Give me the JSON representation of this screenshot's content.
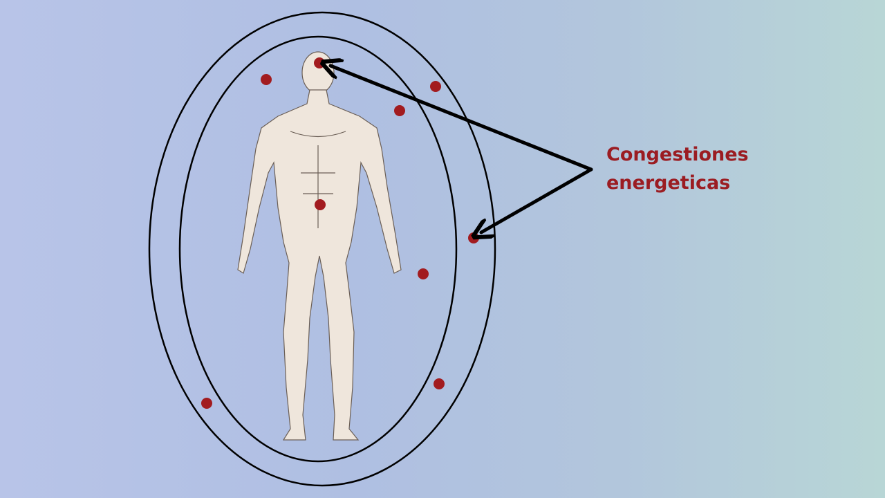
{
  "label": {
    "line1": "Congestiones",
    "line2": "energeticas"
  },
  "colors": {
    "dot": "#a21b1f",
    "label": "#9b1c22",
    "outline": "#000000",
    "body": "#efe6dc"
  },
  "icons": [
    "human-body-figure",
    "arrow-icon"
  ]
}
